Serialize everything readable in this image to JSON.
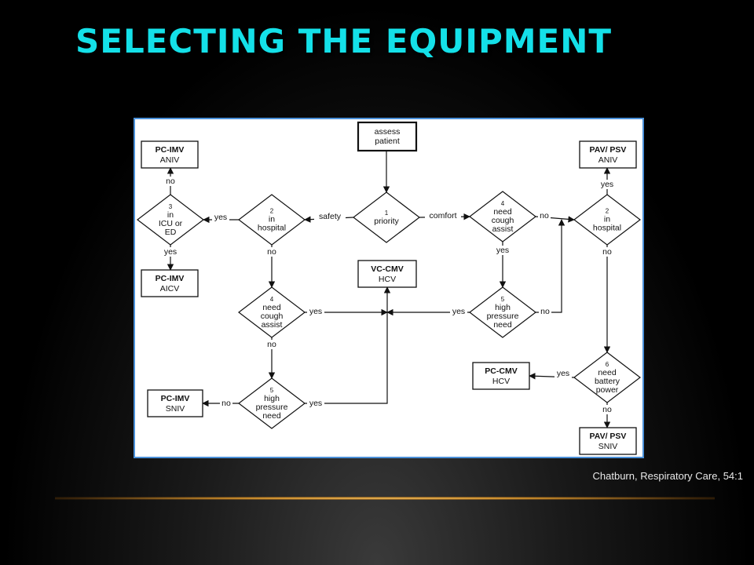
{
  "slide": {
    "title": "SELECTING THE EQUIPMENT",
    "caption": "Chatburn, Respiratory Care, 54:1"
  },
  "flowchart": {
    "start": {
      "lines": [
        "assess",
        "patient"
      ]
    },
    "decisions": {
      "priority": {
        "num": "1",
        "lines": [
          "priority"
        ]
      },
      "in_hospital_l": {
        "num": "2",
        "lines": [
          "in",
          "hospital"
        ]
      },
      "icu_ed": {
        "num": "3",
        "lines": [
          "in",
          "ICU or",
          "ED"
        ]
      },
      "cough_l": {
        "num": "4",
        "lines": [
          "need",
          "cough",
          "assist"
        ]
      },
      "pressure_l": {
        "num": "5",
        "lines": [
          "high",
          "pressure",
          "need"
        ]
      },
      "cough_r": {
        "num": "4",
        "lines": [
          "need",
          "cough",
          "assist"
        ]
      },
      "pressure_r": {
        "num": "5",
        "lines": [
          "high",
          "pressure",
          "need"
        ]
      },
      "in_hospital_r": {
        "num": "2",
        "lines": [
          "in",
          "hospital"
        ]
      },
      "battery": {
        "num": "6",
        "lines": [
          "need",
          "battery",
          "power"
        ]
      }
    },
    "outcomes": {
      "pcimv_aniv": {
        "bold": "PC-IMV",
        "text": "ANIV"
      },
      "pcimv_aicv": {
        "bold": "PC-IMV",
        "text": "AICV"
      },
      "pcimv_sniv": {
        "bold": "PC-IMV",
        "text": "SNIV"
      },
      "vccmv_hcv": {
        "bold": "VC-CMV",
        "text": "HCV"
      },
      "pav_aniv": {
        "bold": "PAV/ PSV",
        "text": "ANIV"
      },
      "pccmv_hcv": {
        "bold": "PC-CMV",
        "text": "HCV"
      },
      "pav_sniv": {
        "bold": "PAV/ PSV",
        "text": "SNIV"
      }
    },
    "edge_labels": {
      "safety": "safety",
      "comfort": "comfort",
      "yes": "yes",
      "no": "no"
    }
  }
}
